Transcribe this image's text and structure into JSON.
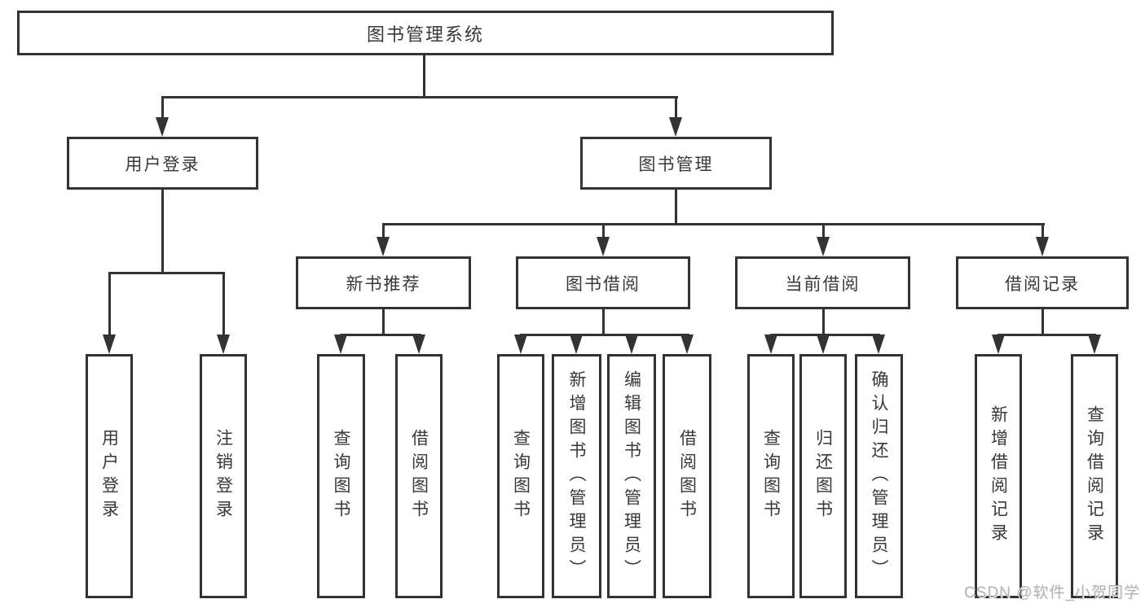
{
  "colors": {
    "line": "#333333",
    "text": "#383838",
    "box_bg": "#ffffff",
    "watermark": "#b3b3b3"
  },
  "nodes": {
    "root": "图书管理系统",
    "user_login": "用户登录",
    "book_mgmt": "图书管理",
    "new_book_rec": "新书推荐",
    "book_borrow": "图书借阅",
    "current_borrow": "当前借阅",
    "borrow_records": "借阅记录",
    "leaf_user_login": "用户登录",
    "leaf_logout": "注销登录",
    "leaf_rec_query_book": "查询图书",
    "leaf_rec_borrow_book": "借阅图书",
    "leaf_bb_query_book": "查询图书",
    "leaf_bb_add_book": "新增图书（管理员）",
    "leaf_bb_edit_book": "编辑图书（管理员）",
    "leaf_bb_borrow_book": "借阅图书",
    "leaf_cb_query_book": "查询图书",
    "leaf_cb_return_book": "归还图书",
    "leaf_cb_confirm_return": "确认归还（管理员）",
    "leaf_br_add_record": "新增借阅记录",
    "leaf_br_query_record": "查询借阅记录"
  },
  "watermark": "CSDN @软件_小贺同学"
}
